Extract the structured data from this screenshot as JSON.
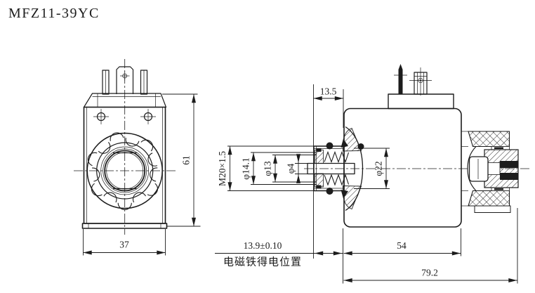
{
  "title": "MFZ11-39YC",
  "dimensions": {
    "front_width": "37",
    "front_height": "61",
    "plug_offset": "13.5",
    "thread": "M20×1.5",
    "dia_tube": "φ14.1",
    "dia_armature": "φ13",
    "dia_pin": "φ4",
    "dia_coil_bore": "φ22",
    "energized_stroke": "13.9±0.10",
    "energized_note": "电磁铁得电位置",
    "coil_length": "54",
    "overall_length": "79.2"
  },
  "colors": {
    "line": "#1c1c1c",
    "background": "#ffffff"
  }
}
